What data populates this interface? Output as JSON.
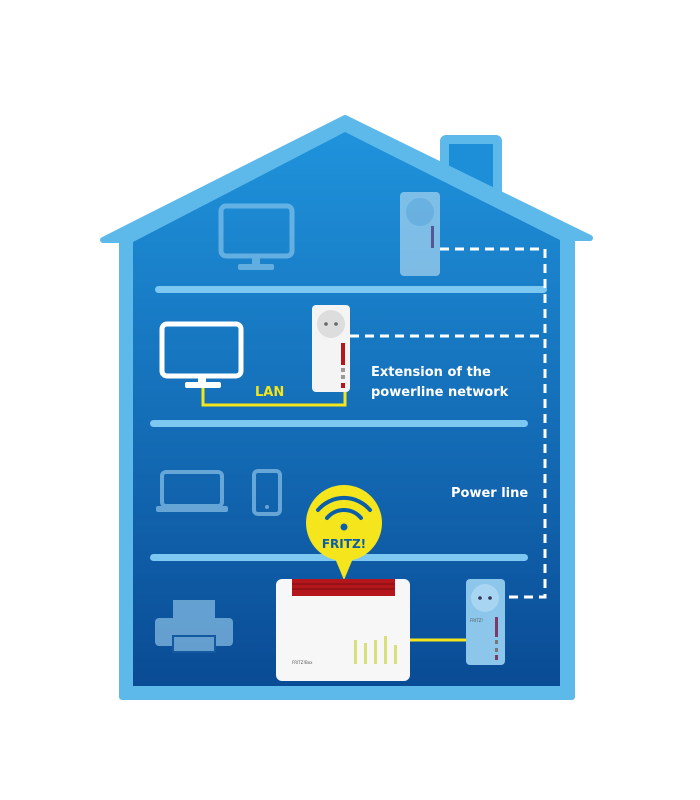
{
  "labels": {
    "lan": "LAN",
    "extension_line1": "Extension of the",
    "extension_line2": "powerline network",
    "power_line": "Power line",
    "fritz_bubble": "FRITZ!",
    "router_brand": "FRITZ!Box",
    "adapter_brand": "FRITZ!"
  },
  "colors": {
    "house_border": "#5db9ea",
    "house_top": "#1c8ed8",
    "house_bottom": "#0a4b95",
    "lan_cable": "#f5e51c",
    "router_red": "#b4161c"
  }
}
